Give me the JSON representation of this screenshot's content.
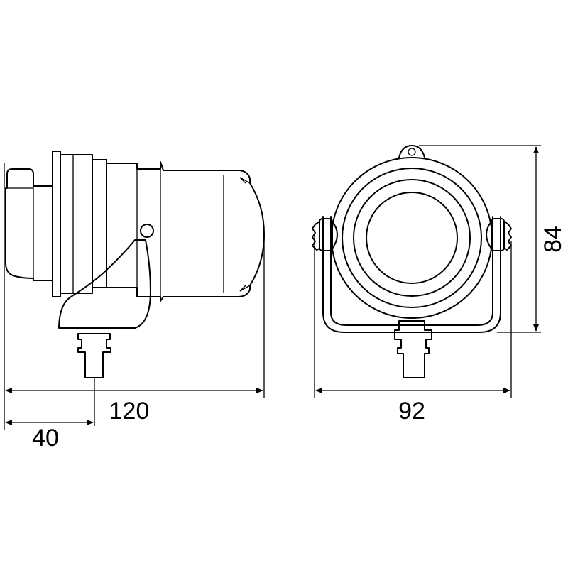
{
  "dimensions": {
    "overall_length": "120",
    "mount_offset": "40",
    "width": "92",
    "height": "84"
  },
  "colors": {
    "line": "#000000",
    "background": "#ffffff"
  }
}
